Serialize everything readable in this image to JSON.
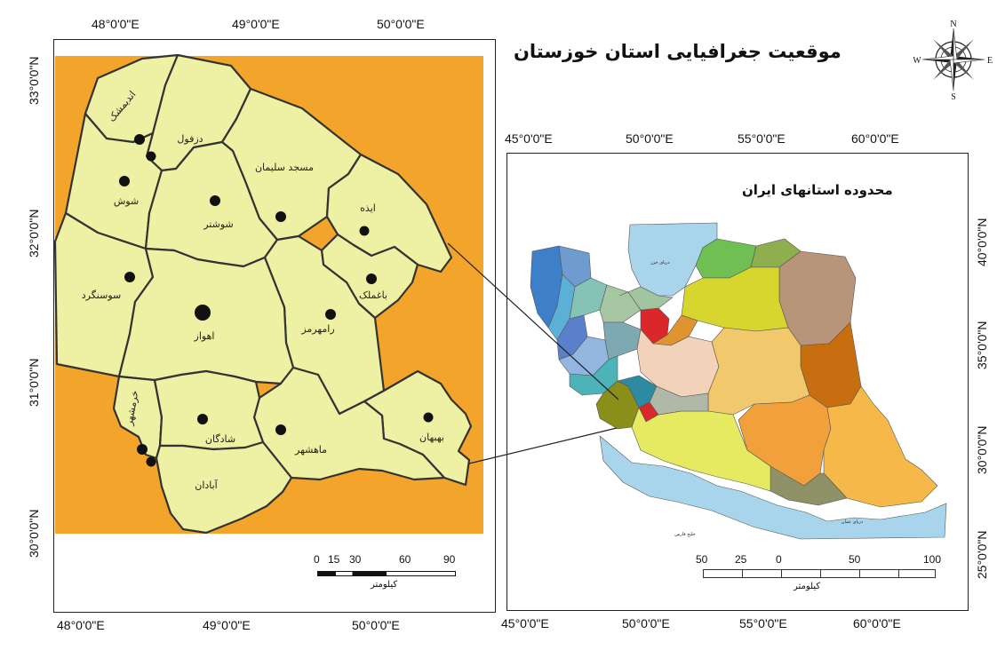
{
  "titles": {
    "main": "موقعیت جغرافیایی استان خوزستان",
    "iran": "محدوده استانهای ایران"
  },
  "compass": {
    "n": "N",
    "s": "S",
    "e": "E",
    "w": "W"
  },
  "left_map": {
    "top_ticks": [
      "48°0'0\"E",
      "49°0'0\"E",
      "50°0'0\"E"
    ],
    "bottom_ticks": [
      "48°0'0\"E",
      "49°0'0\"E",
      "50°0'0\"E"
    ],
    "lat_ticks": [
      "33°0'0\"N",
      "32°0'0\"N",
      "31°0'0\"N",
      "30°0'0\"N"
    ],
    "counties": [
      "اندیمشک",
      "دزفول",
      "شوش",
      "شوشتر",
      "مسجد سلیمان",
      "ایذه",
      "باغملک",
      "سوسنگرد",
      "اهواز",
      "رامهرمز",
      "خرمشهر",
      "شادگان",
      "ماهشهر",
      "بهبهان",
      "آبادان"
    ],
    "scalebar": {
      "labels": [
        "0",
        "15",
        "30",
        "60",
        "90"
      ],
      "unit": "کیلومتر"
    }
  },
  "right_map": {
    "top_ticks": [
      "45°0'0\"E",
      "50°0'0\"E",
      "55°0'0\"E",
      "60°0'0\"E"
    ],
    "bottom_ticks": [
      "45°0'0\"E",
      "50°0'0\"E",
      "55°0'0\"E",
      "60°0'0\"E"
    ],
    "lat_ticks": [
      "40°0'0\"N",
      "35°0'0\"N",
      "30°0'0\"N",
      "25°0'0\"N"
    ],
    "water_labels": [
      "دریای خزر",
      "خلیج فارس",
      "دریای عمان"
    ],
    "scalebar": {
      "labels": [
        "50",
        "25",
        "0",
        "50",
        "100"
      ],
      "unit": "کیلومتر"
    }
  },
  "colors": {
    "sea_orange": "#f3a42a",
    "land_yellow": "#eef0a4",
    "water_blue": "#a8d4ec",
    "khuzestan_iran": "#8a8f1a",
    "highlight_red": "#d9272c"
  }
}
